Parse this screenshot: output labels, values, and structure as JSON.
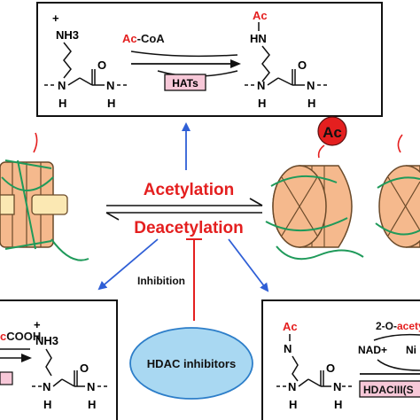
{
  "colors": {
    "red": "#e41f1f",
    "blue": "#2f5fd6",
    "nucleosome_fill": "#f5b98d",
    "nucleosome_stroke": "#6a4a2a",
    "nucleosome_face": "#fbe8b3",
    "dna_green": "#1f9a5a",
    "enzyme_box_fill": "#f7c8d8",
    "hdac_inhibitor_fill": "#a9d8f2",
    "hdac_inhibitor_stroke": "#2d7ec9"
  },
  "top_panel": {
    "nh3": "NH3",
    "plus": "+",
    "nh_left": "N",
    "h_left": "H",
    "o_left": "O",
    "n_left2": "N",
    "h_left2": "H",
    "ac_prefix": "Ac",
    "coa_suffix": "-CoA",
    "enzyme": "HATs",
    "ac_product": "Ac",
    "hn": "HN",
    "n_right": "N",
    "h_right": "H",
    "o_right": "O",
    "n_right2": "N",
    "h_right2": "H"
  },
  "center": {
    "acetylation": "Acetylation",
    "deacetylation": "Deacetylation",
    "inhibition": "Inhibition",
    "ac_badge": "Ac"
  },
  "bottom_left_panel": {
    "plus": "+",
    "nh3": "NH3",
    "reagent_red": "c",
    "reagent_black": "COOH",
    "n": "N",
    "h": "H",
    "o": "O",
    "n2": "N",
    "h2": "H"
  },
  "hdac_inhibitors": "HDAC inhibitors",
  "bottom_right_panel": {
    "ac": "Ac",
    "n_top": "N",
    "n": "N",
    "h": "H",
    "o": "O",
    "n2": "N",
    "h2": "H",
    "product_prefix": "2-O-",
    "product_red": "acety",
    "nad": "NAD+",
    "ni": "Ni",
    "enzyme": "HDACIII(S"
  }
}
